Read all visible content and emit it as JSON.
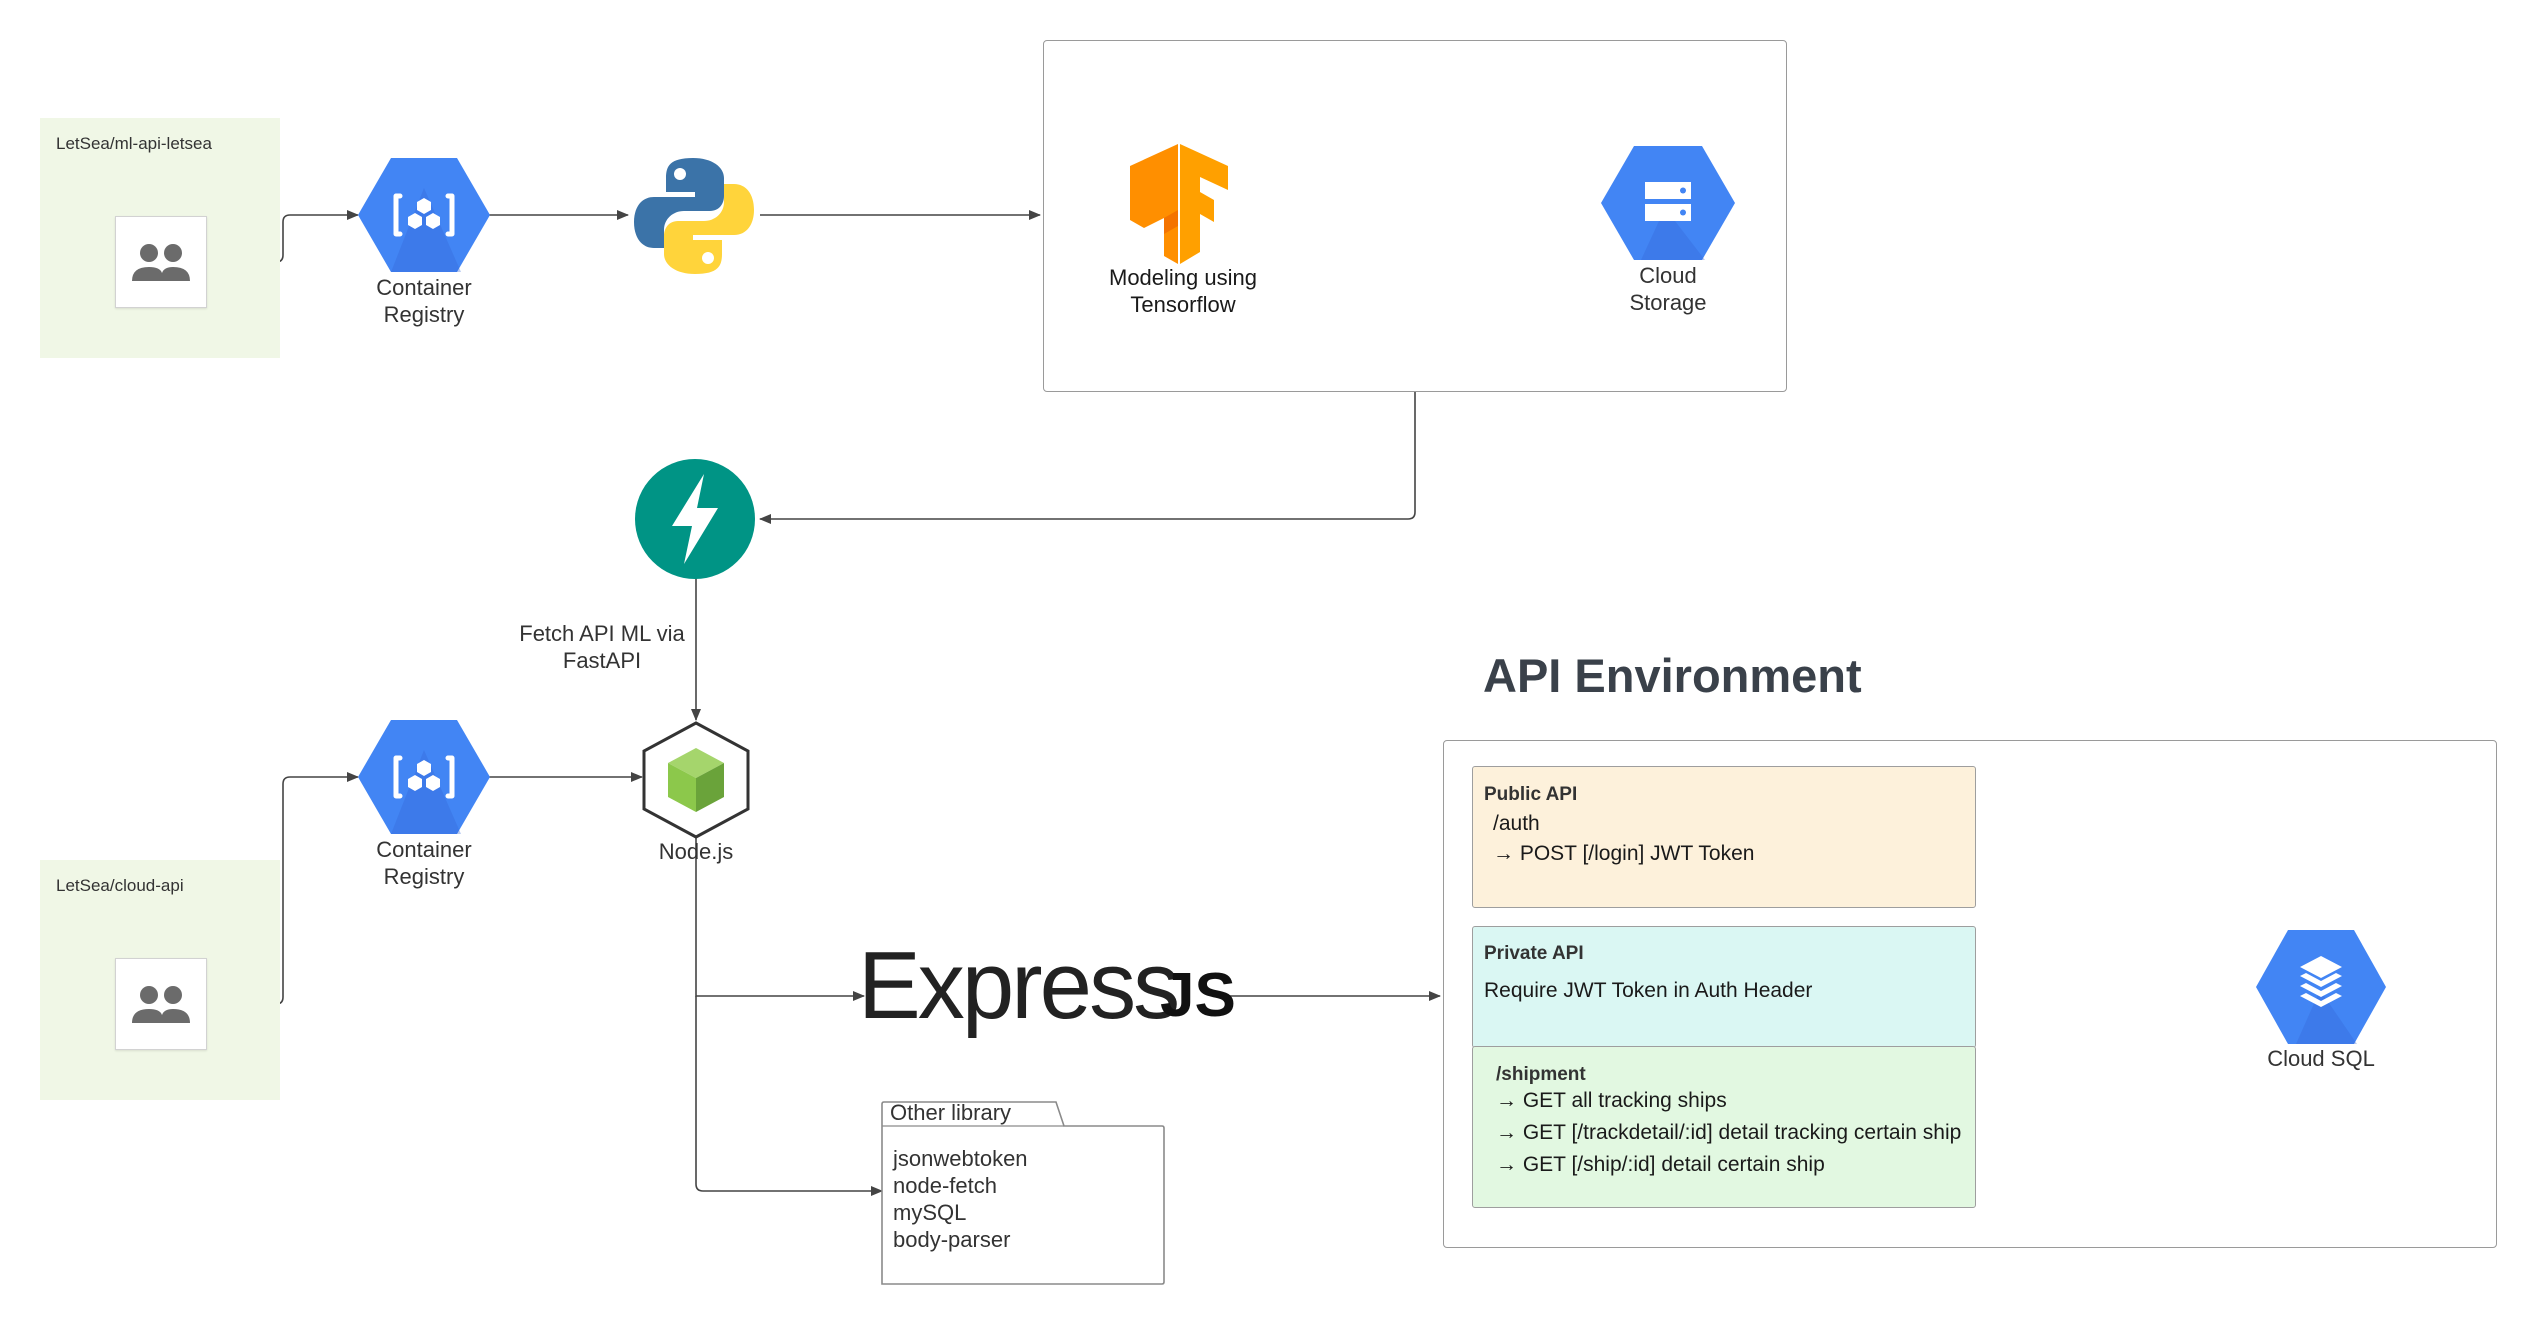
{
  "colors": {
    "gcp_blue": "#4285f4",
    "fastapi_teal": "#009485",
    "tensorflow_orange": "#ff8f00",
    "python_blue": "#3b73a8",
    "python_yellow": "#ffd43b",
    "node_green": "#8cc84b",
    "public_api_bg": "#fdf1db",
    "private_api_bg": "#daf7f3",
    "shipment_bg": "#e2f8e1",
    "group_bg": "#f0f7e6",
    "wire": "#444444"
  },
  "groups": {
    "ml_repo": {
      "title": "LetSea/ml-api-letsea",
      "icon": "users-icon"
    },
    "cloud_repo": {
      "title": "LetSea/cloud-api",
      "icon": "users-icon"
    }
  },
  "nodes": {
    "container_registry_top": {
      "label_line1": "Container",
      "label_line2": "Registry",
      "icon": "container-registry-icon"
    },
    "container_registry_bottom": {
      "label_line1": "Container",
      "label_line2": "Registry",
      "icon": "container-registry-icon"
    },
    "python": {
      "icon": "python-icon"
    },
    "tensorflow": {
      "label_line1": "Modeling using",
      "label_line2": "Tensorflow",
      "icon": "tensorflow-icon"
    },
    "cloud_storage": {
      "label_line1": "Cloud",
      "label_line2": "Storage",
      "icon": "cloud-storage-icon"
    },
    "fastapi": {
      "label_line1": "Fetch API ML via",
      "label_line2": "FastAPI",
      "icon": "fastapi-icon"
    },
    "nodejs": {
      "label": "Node.js",
      "icon": "nodejs-icon"
    },
    "cloud_sql": {
      "label": "Cloud SQL",
      "icon": "cloud-sql-icon"
    }
  },
  "express": {
    "word": "Express",
    "suffix": "JS"
  },
  "other_library": {
    "title": "Other library",
    "items": [
      "jsonwebtoken",
      "node-fetch",
      "mySQL",
      "body-parser"
    ]
  },
  "api_environment": {
    "title": "API Environment",
    "public_api": {
      "title": "Public API",
      "route": "/auth",
      "endpoints": [
        "→ POST [/login] JWT Token"
      ]
    },
    "private_api": {
      "title": "Private API",
      "note": "Require JWT Token in Auth Header"
    },
    "shipment": {
      "title": "/shipment",
      "endpoints": [
        "→ GET all tracking ships",
        "→ GET [/trackdetail/:id] detail tracking certain ship",
        "→ GET [/ship/:id] detail certain ship"
      ]
    }
  }
}
